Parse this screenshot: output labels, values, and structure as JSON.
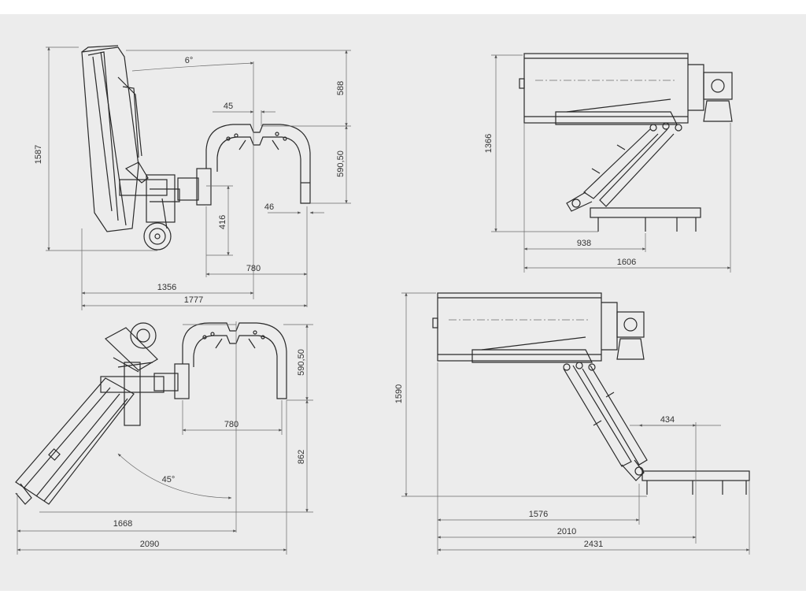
{
  "colors": {
    "paper": "#ececec",
    "line": "#2a2a2a",
    "dim_line": "#6a6a6a",
    "text": "#333333"
  },
  "views": {
    "v1": {
      "d1587": "1587",
      "d6deg": "6°",
      "d588": "588",
      "d45": "45",
      "d59050": "590,50",
      "d46": "46",
      "d416": "416",
      "d780": "780",
      "d1356": "1356",
      "d1777": "1777"
    },
    "v2": {
      "d1366": "1366",
      "d938": "938",
      "d1606": "1606"
    },
    "v3": {
      "d59050": "590,50",
      "d780": "780",
      "d862": "862",
      "d45deg": "45°",
      "d1668": "1668",
      "d2090": "2090"
    },
    "v4": {
      "d1590": "1590",
      "d434": "434",
      "d1576": "1576",
      "d2010": "2010",
      "d2431": "2431"
    }
  }
}
